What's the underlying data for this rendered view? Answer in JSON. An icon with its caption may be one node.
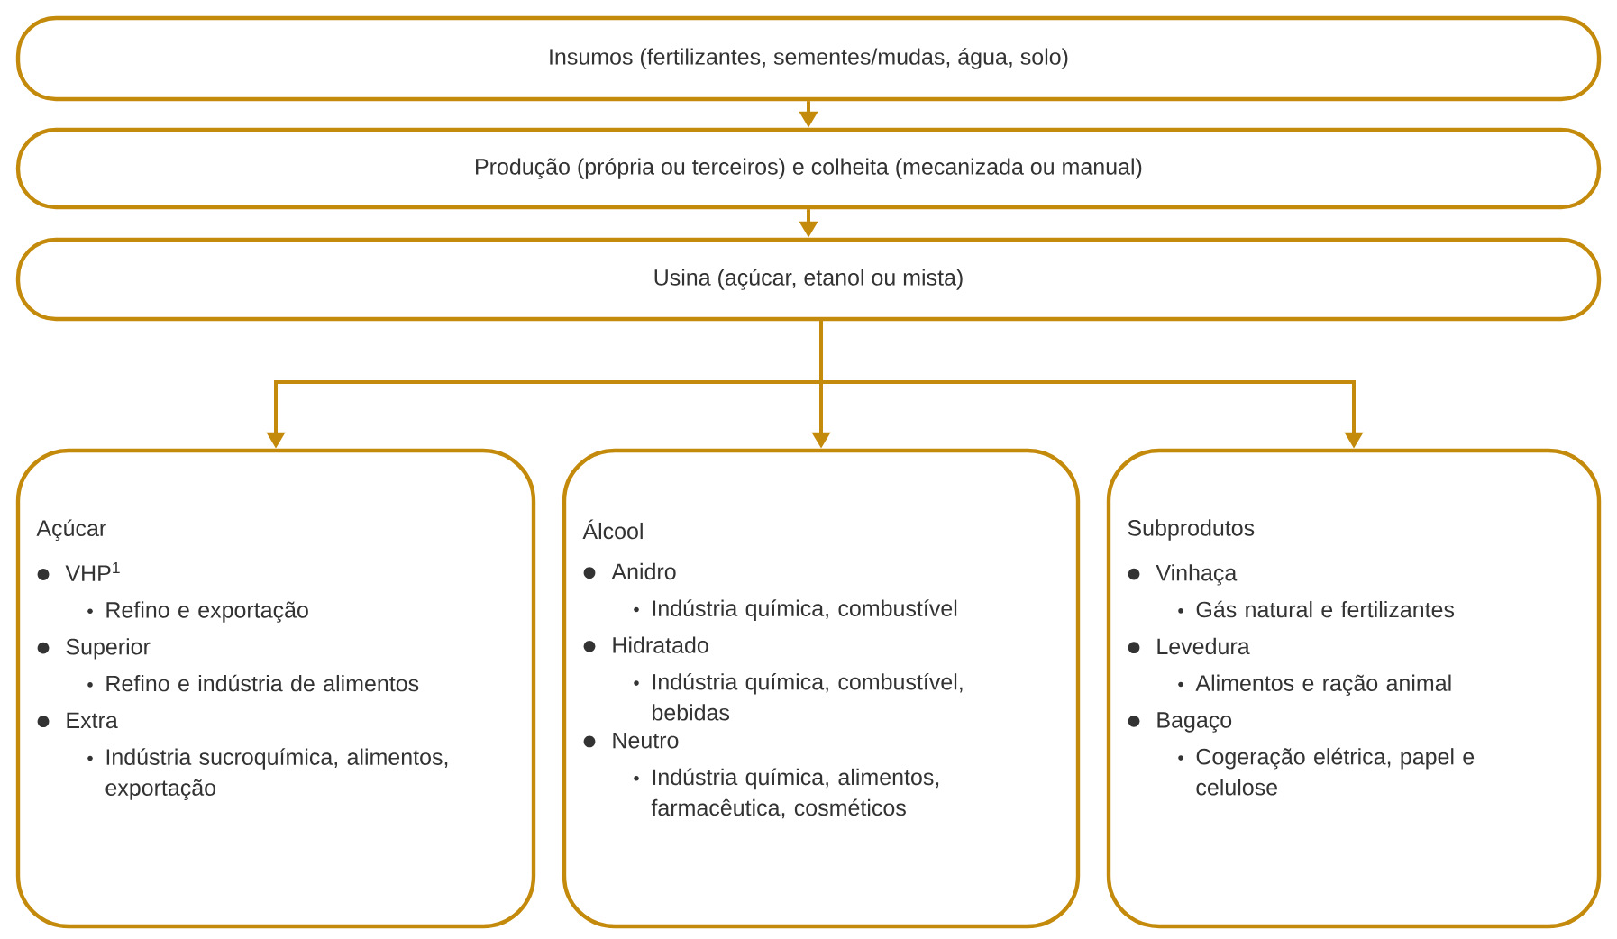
{
  "diagram": {
    "nodes": [
      {
        "text": [
          "Insumos (fertilizantes, sementes/mudas, água, solo)"
        ]
      },
      {
        "text": [
          "Produção (própria ou terceiros) e colheita (mecanizada ou manual)"
        ]
      },
      {
        "text": [
          "Usina (açúcar, etanol ou mista)"
        ]
      },
      {
        "text": [
          "Açúcar",
          "VHP$^{1}$",
          "Refino e exportação",
          "Superior",
          "Refino e indústria de alimentos",
          "Extra",
          "Indústria sucroquímica, alimentos, exportação"
        ]
      },
      {
        "text": [
          "Álcool",
          "Anidro",
          "Indústria química, combustível",
          "Hidratado",
          "Indústria química, combustível, bebidas",
          "Neutro",
          "Indústria química, alimentos, farmacêutica, cosméticos"
        ]
      },
      {
        "text": [
          "Subprodutos",
          "Vinhaça",
          "Gás natural e fertilizantes",
          "Levedura",
          "Alimentos e ração animal",
          "Bagaço",
          "Cogeração elétrica, papel e celulose"
        ]
      }
    ],
    "edges": [
      {
        "from": 0,
        "to": 1,
        "arrow": "to"
      },
      {
        "from": 1,
        "to": 2,
        "arrow": "to"
      },
      {
        "from": 2,
        "to": 3,
        "arrow": "to"
      },
      {
        "from": 2,
        "to": 4,
        "arrow": "to"
      },
      {
        "from": 2,
        "to": 5,
        "arrow": "to"
      }
    ]
  }
}
